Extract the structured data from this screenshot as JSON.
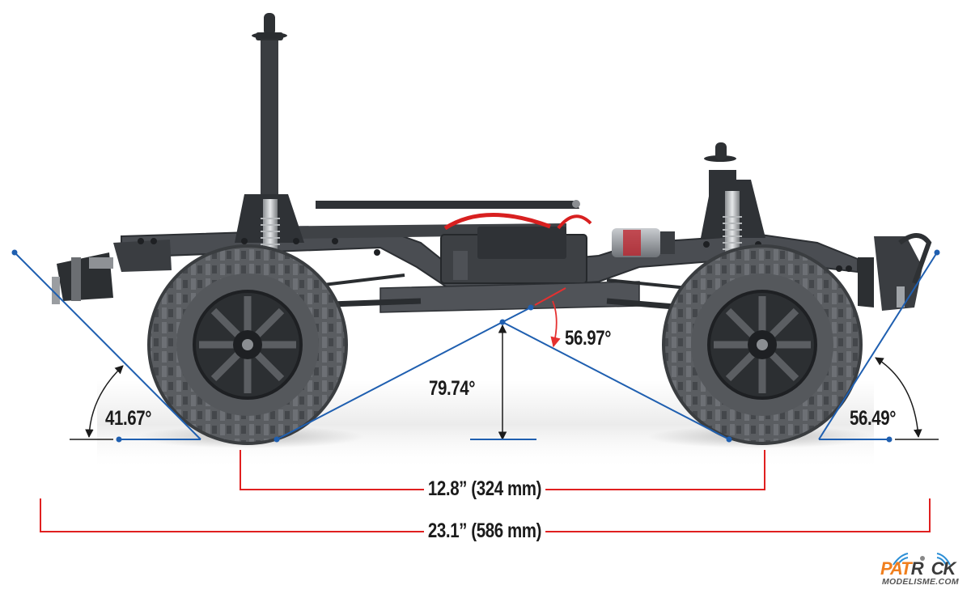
{
  "figure": {
    "subject": "RC crawler chassis side view with geometry dimensions",
    "colors": {
      "angle_line": "#1f5fb0",
      "dimension_line": "#e02020",
      "breakover_marker": "#e53030",
      "arrow": "#1b1b1b",
      "text": "#1b1b1b",
      "chassis": "#3b3e42",
      "tire": "#55585c",
      "logo_orange": "#f07f1e",
      "logo_blue": "#2c8fd6"
    }
  },
  "angles": {
    "approach": {
      "label": "41.67°",
      "value": 41.67,
      "side": "front-left"
    },
    "departure": {
      "label": "56.49°",
      "value": 56.49,
      "side": "rear-right"
    },
    "breakover": {
      "label": "56.97°",
      "value": 56.97
    },
    "center": {
      "label": "79.74°",
      "value": 79.74
    }
  },
  "dimensions": {
    "wheelbase": {
      "label": "12.8” (324 mm)",
      "inches": 12.8,
      "mm": 324
    },
    "overall_length": {
      "label": "23.1” (586 mm)",
      "inches": 23.1,
      "mm": 586
    }
  },
  "watermark": {
    "name_part1": "PAT",
    "name_part2": "R",
    "name_part3": "CK",
    "site": "MODELISME.COM"
  }
}
